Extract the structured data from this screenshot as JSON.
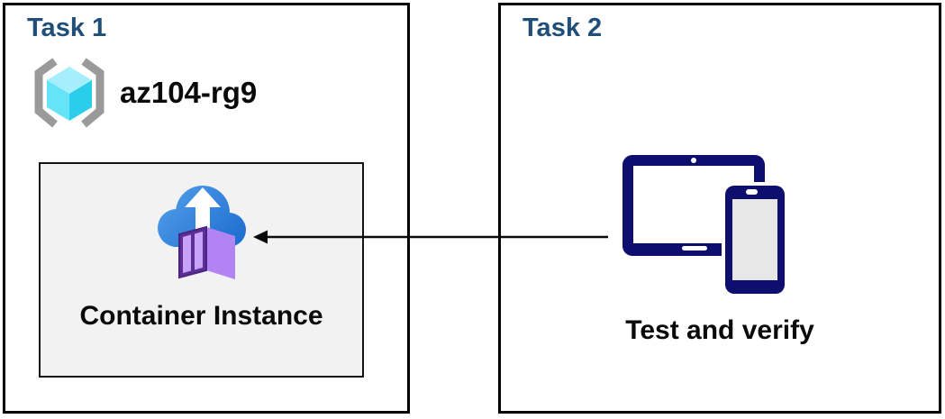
{
  "task1": {
    "title": "Task 1",
    "resource_group": {
      "name": "az104-rg9",
      "icon": "resource-group-icon"
    },
    "container_box": {
      "label": "Container Instance",
      "icon": "container-instance-icon",
      "background": "#f2f2f2"
    }
  },
  "task2": {
    "title": "Task 2",
    "label": "Test and verify",
    "icon": "devices-icon"
  },
  "connector": {
    "type": "arrow",
    "direction": "right-to-left",
    "from": "devices-icon",
    "to": "container-instance-icon",
    "color": "#000000"
  },
  "colors": {
    "task_title_blue": "#1f4e79",
    "panel_border": "#000000",
    "inner_box_bg": "#f2f2f2",
    "device_navy": "#0e0e6e",
    "cloud_blue_dark": "#1f6fd0",
    "cloud_blue_light": "#4e9be8",
    "container_front_purple": "#5d2f96",
    "container_side_purple": "#b283f2",
    "container_top_purple": "#9d66ea",
    "container_door_purple": "#c8a2f8",
    "cube_top_cyan": "#a5eefb",
    "cube_left_cyan": "#64e4f6",
    "cube_right_cyan": "#2acdea",
    "bracket_gray": "#9a9a9a",
    "label_text": "#0a0a0a"
  }
}
